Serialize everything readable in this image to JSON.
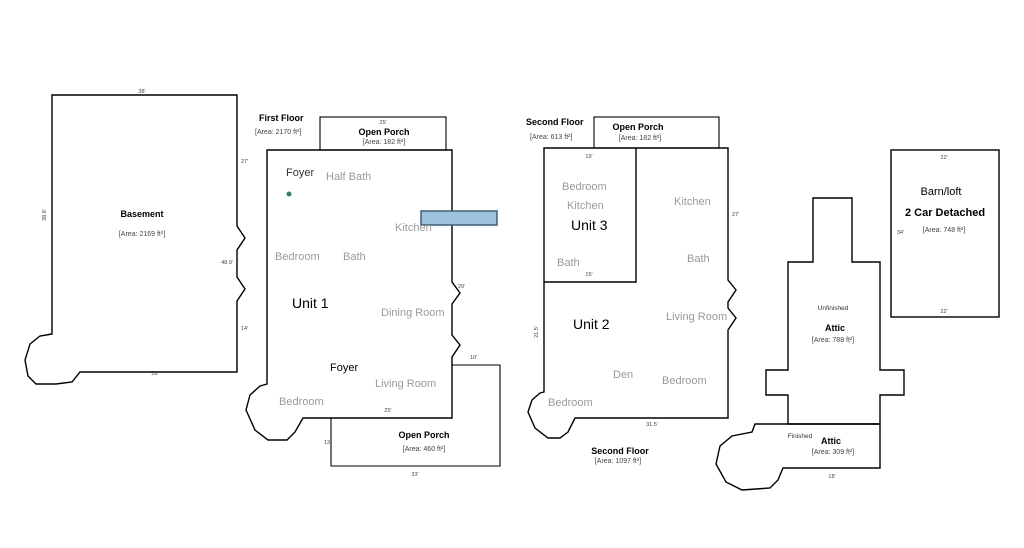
{
  "basement": {
    "title": "Basement",
    "area": "[Area: 2169 ft²]",
    "dims": [
      "38'",
      "27'",
      "38.8'",
      "48.9'",
      "14'",
      "33'"
    ]
  },
  "first_floor": {
    "title": "First Floor",
    "area": "[Area: 2170 ft²]",
    "unit": "Unit 1",
    "rooms": {
      "foyer_top": "Foyer",
      "half_bath": "Half Bath",
      "kitchen": "Kitchen",
      "bedroom_left": "Bedroom",
      "bath": "Bath",
      "dining": "Dining Room",
      "foyer_mid": "Foyer",
      "living": "Living Room",
      "bedroom_bottom": "Bedroom"
    },
    "dims": [
      "29'",
      "10'",
      "25'",
      "13'"
    ]
  },
  "open_porch_top": {
    "title": "Open Porch",
    "area": "[Area: 182 ft²]",
    "dim": "25'"
  },
  "open_porch_bottom": {
    "title": "Open Porch",
    "area": "[Area: 460 ft²]",
    "dim": "33'"
  },
  "second_floor": {
    "title": "Second Floor",
    "area": "[Area: 613 ft²]",
    "bottom_title": "Second Floor",
    "bottom_area": "[Area: 1097 ft²]",
    "unit2": "Unit 2",
    "unit3": "Unit 3",
    "rooms": {
      "bedroom_u3": "Bedroom",
      "kitchen_u3": "Kitchen",
      "bath_u3": "Bath",
      "kitchen_u2": "Kitchen",
      "bath_u2": "Bath",
      "living_u2": "Living Room",
      "den": "Den",
      "bedroom_u2a": "Bedroom",
      "bedroom_u2b": "Bedroom"
    },
    "dims": [
      "19'",
      "27'",
      "15'",
      "21.5'",
      "31.5'"
    ]
  },
  "open_porch_second": {
    "title": "Open Porch",
    "area": "[Area: 182 ft²]"
  },
  "attic_upper": {
    "status": "Unfinished",
    "title": "Attic",
    "area": "[Area: 788 ft²]"
  },
  "attic_lower": {
    "status": "Finished",
    "title": "Attic",
    "area": "[Area: 309 ft²]",
    "dim": "18'"
  },
  "barn": {
    "name": "Barn/loft",
    "title": "2 Car Detached",
    "area": "[Area: 748 ft²]",
    "dims": [
      "22'",
      "34'",
      "22'"
    ]
  },
  "colors": {
    "wall": "#000000",
    "room_label": "#9a9a9a",
    "highlight_fill": "#9fc3dc",
    "highlight_stroke": "#3f5f78",
    "marker": "#2f7f70"
  }
}
